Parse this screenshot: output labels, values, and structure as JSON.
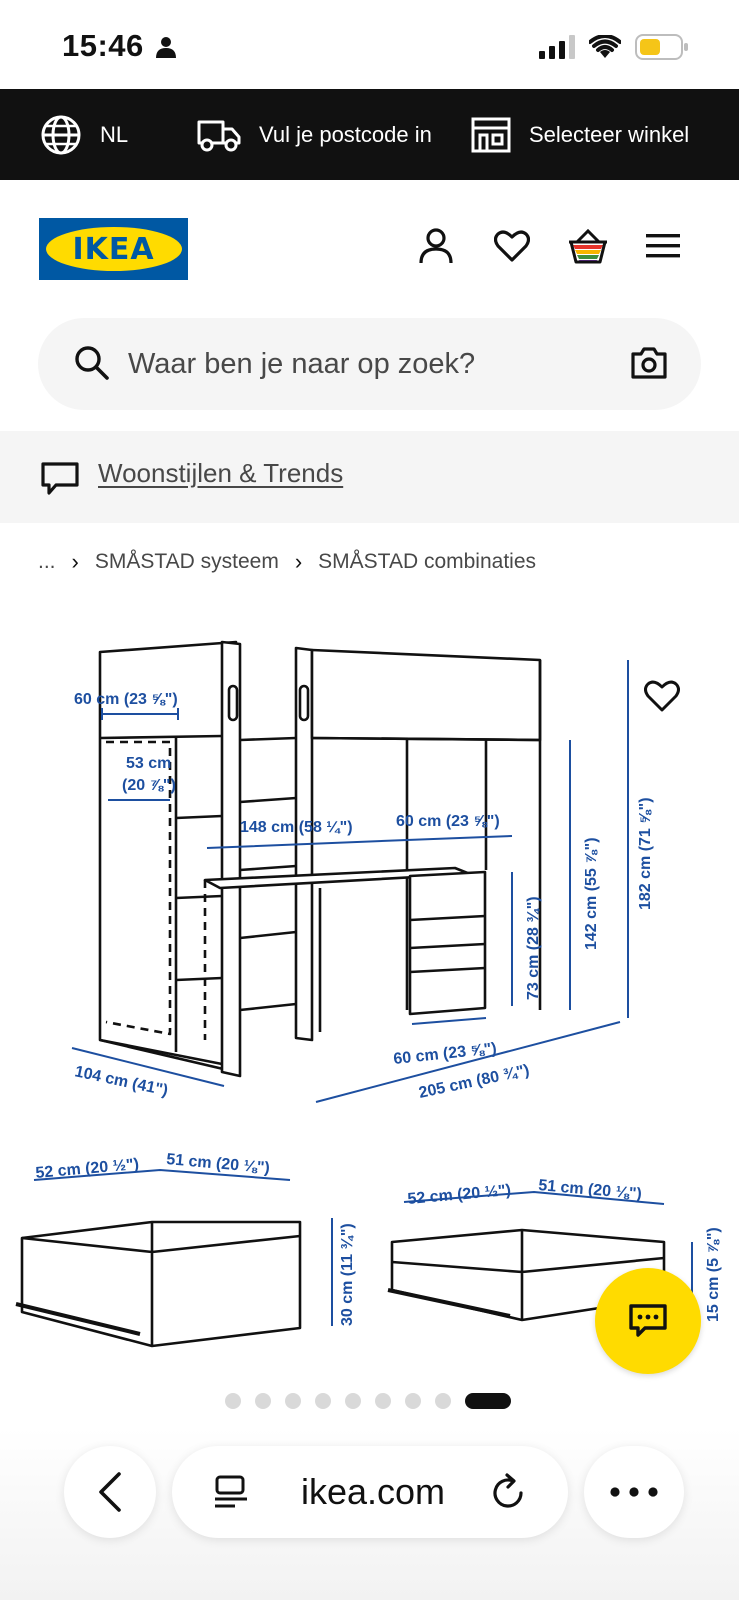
{
  "status": {
    "time": "15:46"
  },
  "utility": {
    "language": "NL",
    "postcode": "Vul je postcode in",
    "store": "Selecteer winkel"
  },
  "header": {
    "logo_text": "IKEA"
  },
  "search": {
    "placeholder": "Waar ben je naar op zoek?"
  },
  "promo": {
    "link": "Woonstijlen & Trends"
  },
  "breadcrumb": {
    "ellipsis": "...",
    "items": [
      "SMÅSTAD systeem",
      "SMÅSTAD combinaties"
    ]
  },
  "dimensions": {
    "wardrobe_width": "60 cm (23 ⅝\")",
    "inner_width": "53 cm",
    "inner_width_in": "(20 ⅞\")",
    "desk_width": "148 cm (58 ¼\")",
    "drawer_unit_width": "60 cm (23 ⅝\")",
    "desk_height": "73 cm (28 ¾\")",
    "bed_height": "142 cm (55 ⅞\")",
    "total_height": "182 cm (71 ⅝\")",
    "desk_depth": "60 cm (23 ⅝\")",
    "total_depth": "104 cm (41\")",
    "total_length": "205 cm (80 ¾\")",
    "drawer_large_a": "52 cm (20 ½\")",
    "drawer_large_b": "51 cm (20 ⅛\")",
    "drawer_large_h": "30 cm (11 ¾\")",
    "drawer_small_a": "52 cm (20 ½\")",
    "drawer_small_b": "51 cm (20 ⅛\")",
    "drawer_small_h": "15 cm (5 ⅞\")"
  },
  "carousel": {
    "total": 9,
    "active_index": 8
  },
  "browser": {
    "url": "ikea.com"
  },
  "colors": {
    "ikea_blue": "#0058a3",
    "ikea_yellow": "#ffdb00",
    "dimension_blue": "#1d4fa0"
  }
}
